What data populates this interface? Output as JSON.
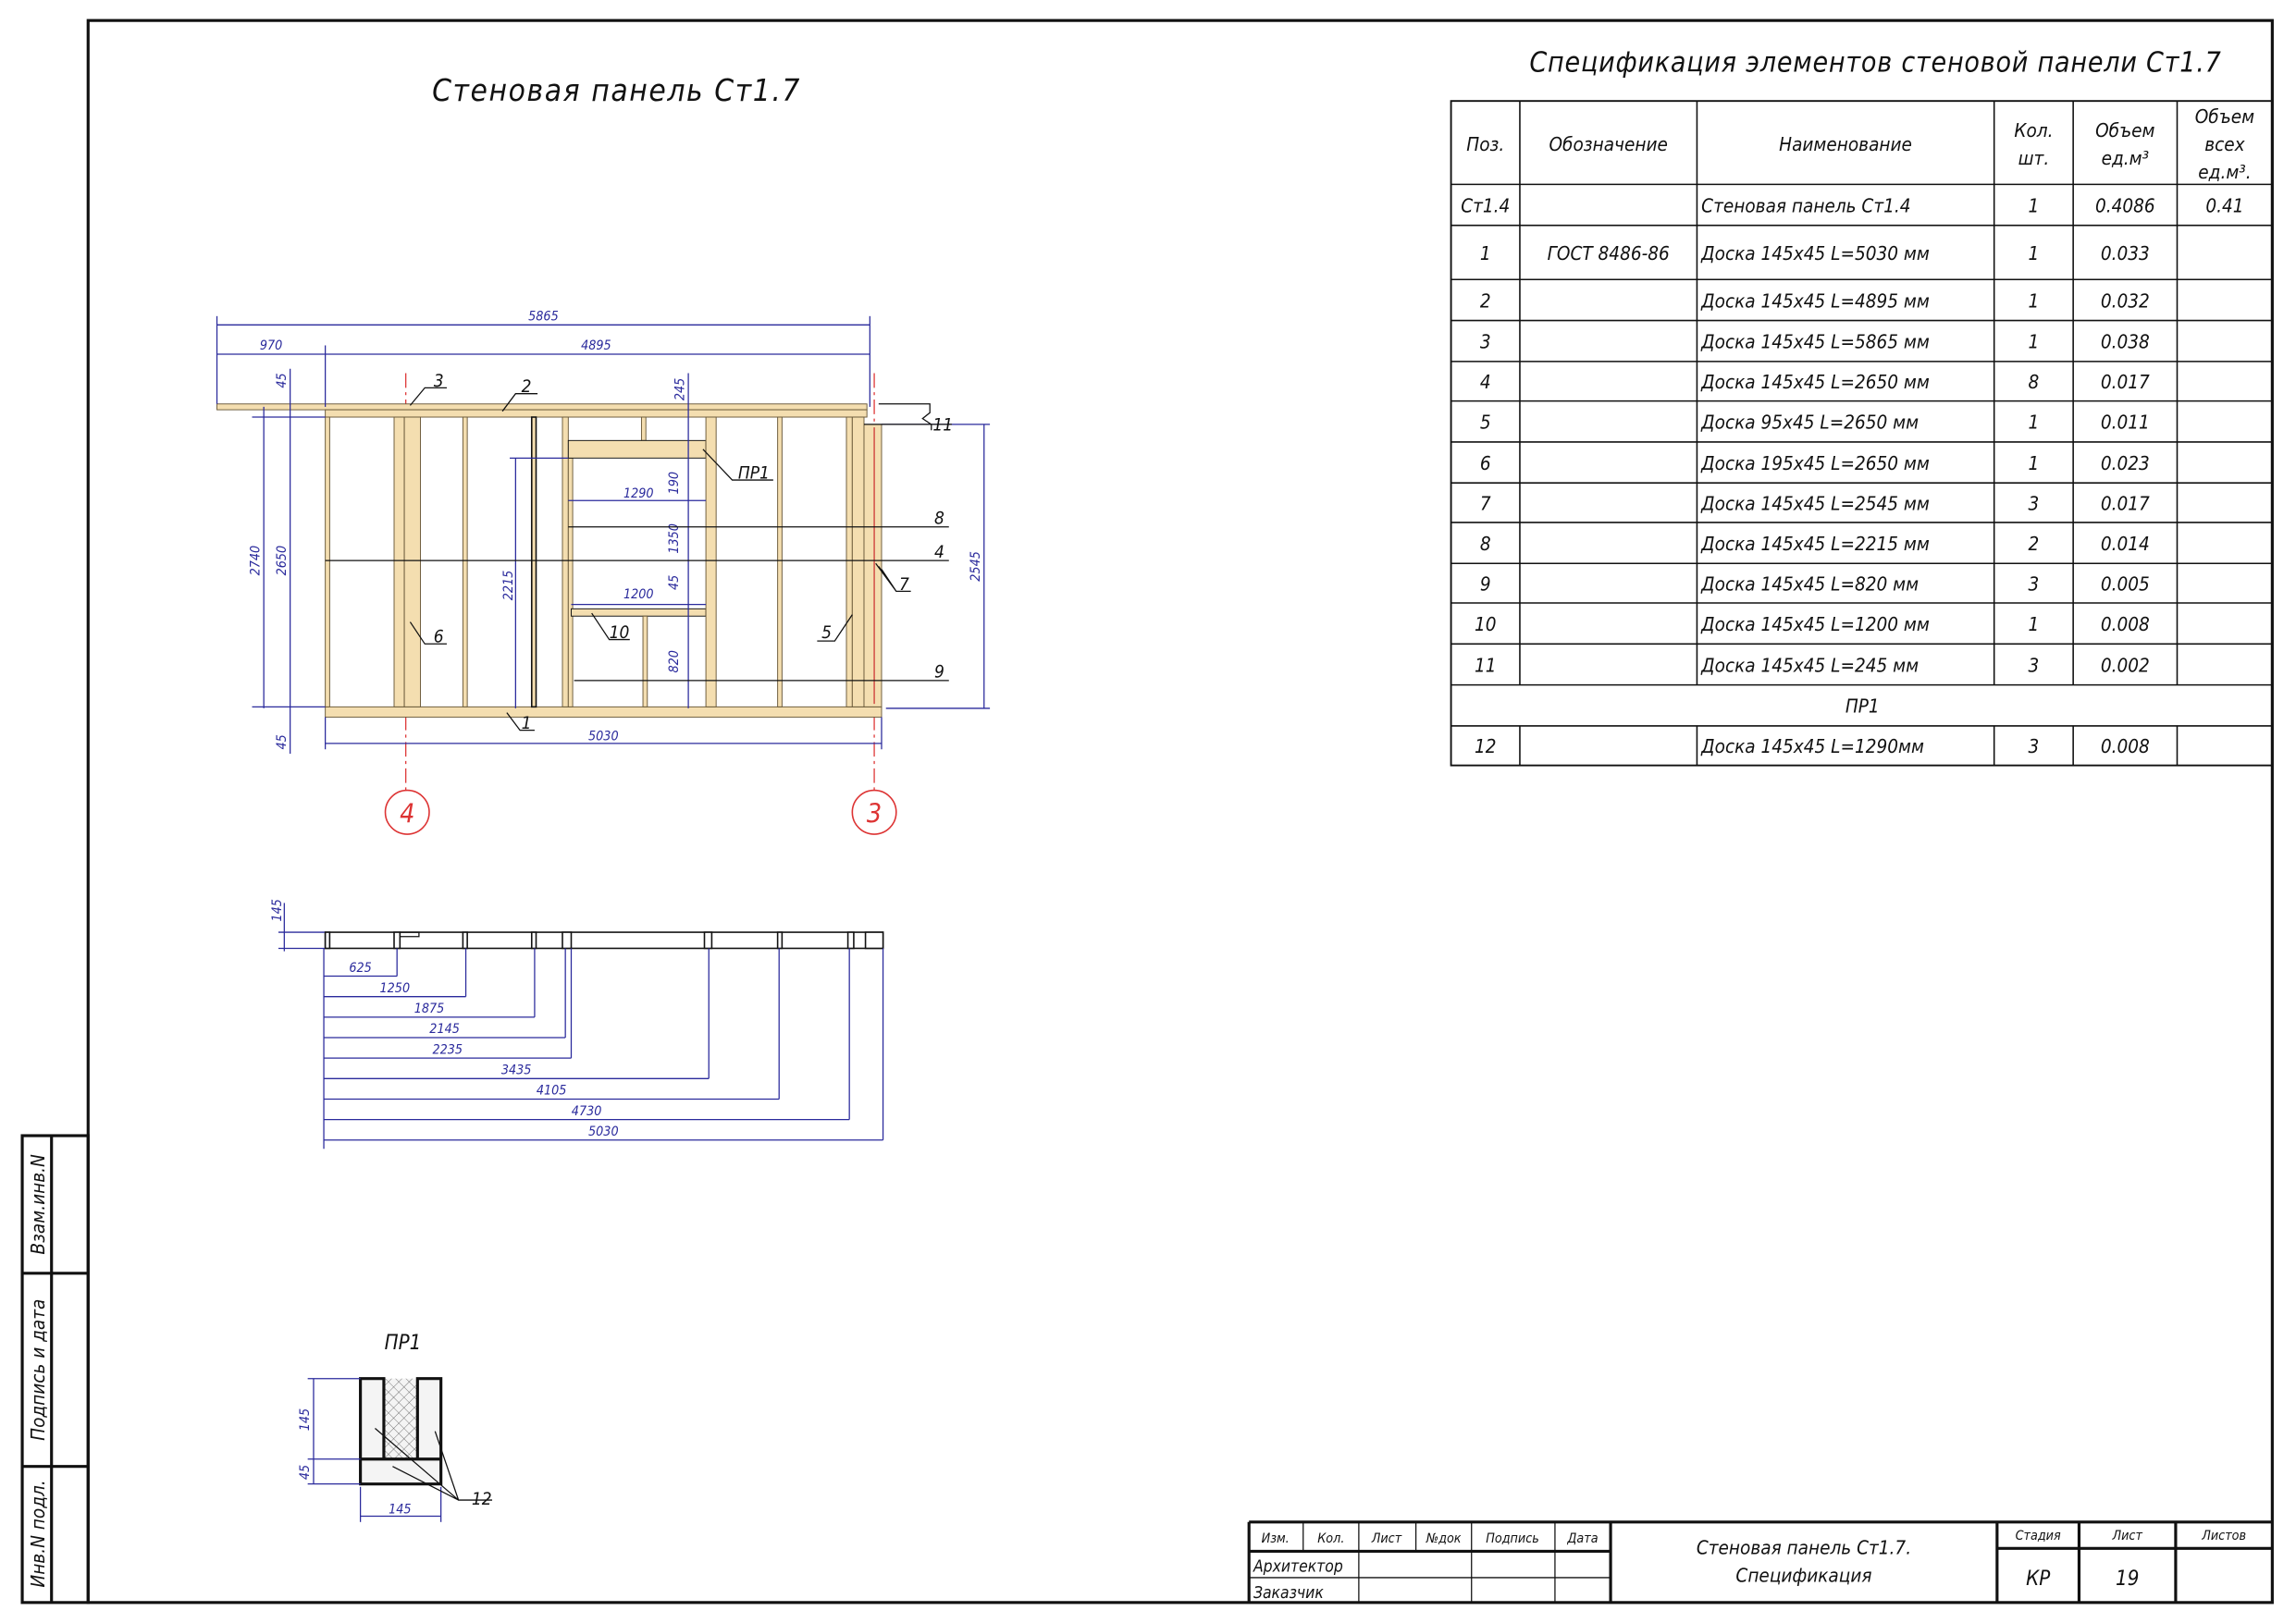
{
  "drawing_title": "Стеновая панель Ст1.7",
  "spec_title": "Спецификация элементов стеновой панели Ст1.7",
  "table": {
    "headers": [
      "Поз.",
      "Обозначение",
      "Наименование",
      "Кол. шт.",
      "Объем ед.м³",
      "Объем всех ед.м³."
    ],
    "header_lines": [
      [
        "Поз."
      ],
      [
        "Обозначение"
      ],
      [
        "Наименование"
      ],
      [
        "Кол.",
        "шт."
      ],
      [
        "Объем",
        "ед.м³"
      ],
      [
        "Объем",
        "всех",
        "ед.м³."
      ]
    ],
    "rows": [
      {
        "pos": "Ст1.4",
        "designation": "",
        "name": "Стеновая панель Ст1.4",
        "qty": "1",
        "vol": "0.4086",
        "vol_total": "0.41"
      },
      {
        "pos": "1",
        "designation": "ГОСТ 8486-86",
        "name": "Доска 145х45 L=5030 мм",
        "qty": "1",
        "vol": "0.033",
        "vol_total": ""
      },
      {
        "pos": "2",
        "designation": "",
        "name": "Доска 145х45 L=4895 мм",
        "qty": "1",
        "vol": "0.032",
        "vol_total": ""
      },
      {
        "pos": "3",
        "designation": "",
        "name": "Доска 145х45 L=5865 мм",
        "qty": "1",
        "vol": "0.038",
        "vol_total": ""
      },
      {
        "pos": "4",
        "designation": "",
        "name": "Доска 145х45 L=2650 мм",
        "qty": "8",
        "vol": "0.017",
        "vol_total": ""
      },
      {
        "pos": "5",
        "designation": "",
        "name": "Доска 95х45 L=2650 мм",
        "qty": "1",
        "vol": "0.011",
        "vol_total": ""
      },
      {
        "pos": "6",
        "designation": "",
        "name": "Доска 195х45 L=2650 мм",
        "qty": "1",
        "vol": "0.023",
        "vol_total": ""
      },
      {
        "pos": "7",
        "designation": "",
        "name": "Доска 145х45 L=2545 мм",
        "qty": "3",
        "vol": "0.017",
        "vol_total": ""
      },
      {
        "pos": "8",
        "designation": "",
        "name": "Доска 145х45 L=2215 мм",
        "qty": "2",
        "vol": "0.014",
        "vol_total": ""
      },
      {
        "pos": "9",
        "designation": "",
        "name": "Доска 145х45 L=820 мм",
        "qty": "3",
        "vol": "0.005",
        "vol_total": ""
      },
      {
        "pos": "10",
        "designation": "",
        "name": "Доска 145х45 L=1200 мм",
        "qty": "1",
        "vol": "0.008",
        "vol_total": ""
      },
      {
        "pos": "11",
        "designation": "",
        "name": "Доска 145х45 L=245 мм",
        "qty": "3",
        "vol": "0.002",
        "vol_total": ""
      },
      {
        "section": "ПР1"
      },
      {
        "pos": "12",
        "designation": "",
        "name": "Доска 145х45 L=1290мм",
        "qty": "3",
        "vol": "0.008",
        "vol_total": ""
      }
    ]
  },
  "elevation": {
    "dims": {
      "d5865": "5865",
      "d970": "970",
      "d4895": "4895",
      "d45top": "45",
      "d245": "245",
      "d2740": "2740",
      "d2650": "2650",
      "d2215": "2215",
      "d1290": "1290",
      "d190": "190",
      "d1350": "1350",
      "d45mid": "45",
      "d1200": "1200",
      "d820": "820",
      "d2545": "2545",
      "d45bot": "45",
      "d5030": "5030"
    },
    "callouts": {
      "c1": "1",
      "c2": "2",
      "c3": "3",
      "c4": "4",
      "c5": "5",
      "c6": "6",
      "c7": "7",
      "c8": "8",
      "c9": "9",
      "c10": "10",
      "c11": "11",
      "pr1": "ПР1"
    },
    "axes": {
      "a4": "4",
      "a3": "3"
    }
  },
  "plan": {
    "thickness": "145",
    "dims": [
      "625",
      "1250",
      "1875",
      "2145",
      "2235",
      "3435",
      "4105",
      "4730",
      "5030"
    ]
  },
  "section": {
    "title": "ПР1",
    "d145v": "145",
    "d45": "45",
    "d145h": "145",
    "callout": "12"
  },
  "stamp_side": [
    "Взам.инв.N",
    "Подпись и дата",
    "Инв.N подл."
  ],
  "title_block": {
    "headers": [
      "Изм.",
      "Кол.",
      "Лист",
      "№док",
      "Подпись",
      "Дата"
    ],
    "roles": [
      "Архитектор",
      "Заказчик"
    ],
    "name_line1": "Стеновая панель Ст1.7.",
    "name_line2": "Спецификация",
    "stage_label": "Стадия",
    "sheet_label": "Лист",
    "sheets_label": "Листов",
    "stage": "КР",
    "sheet": "19",
    "sheets": ""
  },
  "colors": {
    "dimension": "#2a2a9c",
    "wood": "#f4deb0",
    "axis": "#dd3333"
  }
}
